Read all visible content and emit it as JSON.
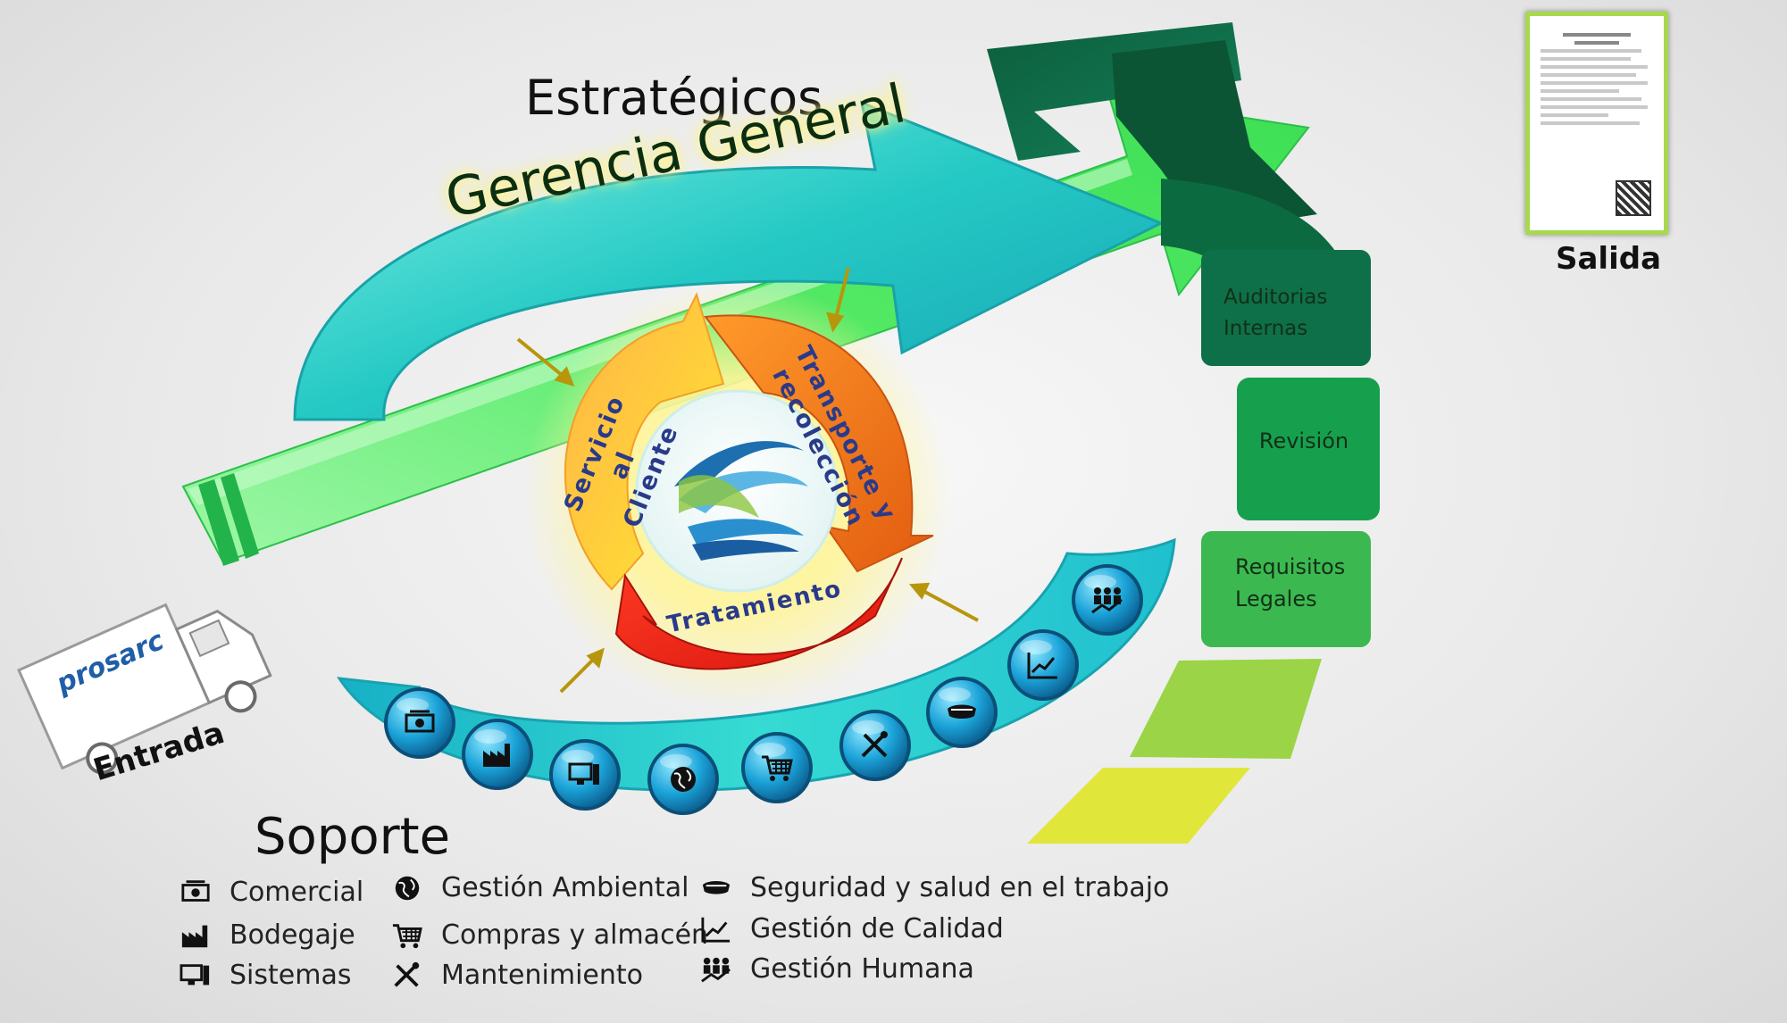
{
  "titles": {
    "strategic": "Estratégicos",
    "support": "Soporte",
    "entrada": "Entrada",
    "salida": "Salida"
  },
  "strategic_arc_label": "Gerencia General",
  "core_processes": [
    "Servicio al Cliente",
    "Transporte y recolección",
    "Tratamiento"
  ],
  "evaluation_steps": [
    "Auditorias Internas",
    "Revisión",
    "Requisitos Legales"
  ],
  "logo_text": "prosarc",
  "support_icons": [
    "money-icon",
    "factory-icon",
    "computer-icon",
    "globe-icon",
    "cart-icon",
    "tools-icon",
    "goggles-icon",
    "chart-icon",
    "people-growth-icon"
  ],
  "legend": {
    "col1": [
      "Comercial",
      "Bodegaje",
      "Sistemas"
    ],
    "col2": [
      "Gestión Ambiental",
      "Compras y almacén",
      "Mantenimiento"
    ],
    "col3": [
      "Seguridad y salud en el trabajo",
      "Gestión de Calidad",
      "Gestión Humana"
    ]
  },
  "colors": {
    "arrow_green": "#4ee86a",
    "arc_teal": "#2fd3c6",
    "dark_green": "#0e6b45",
    "orange": "#f2871e",
    "red": "#e8231a",
    "yellow": "#f5c518"
  }
}
